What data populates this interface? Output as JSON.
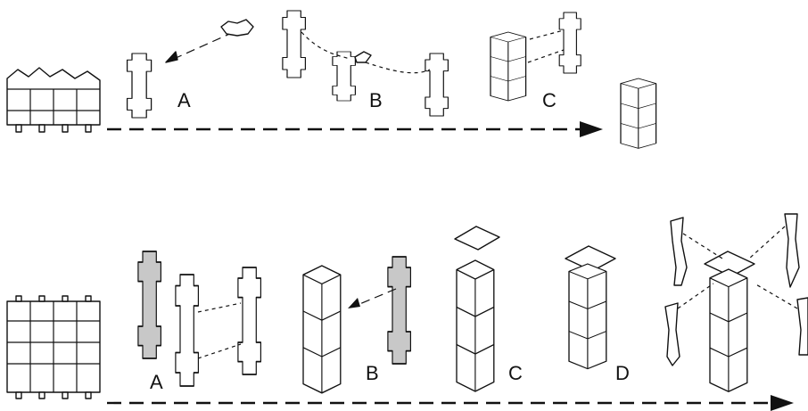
{
  "top_row": {
    "labels": [
      "A",
      "B",
      "C"
    ]
  },
  "bottom_row": {
    "labels": [
      "A",
      "B",
      "C",
      "D"
    ]
  }
}
